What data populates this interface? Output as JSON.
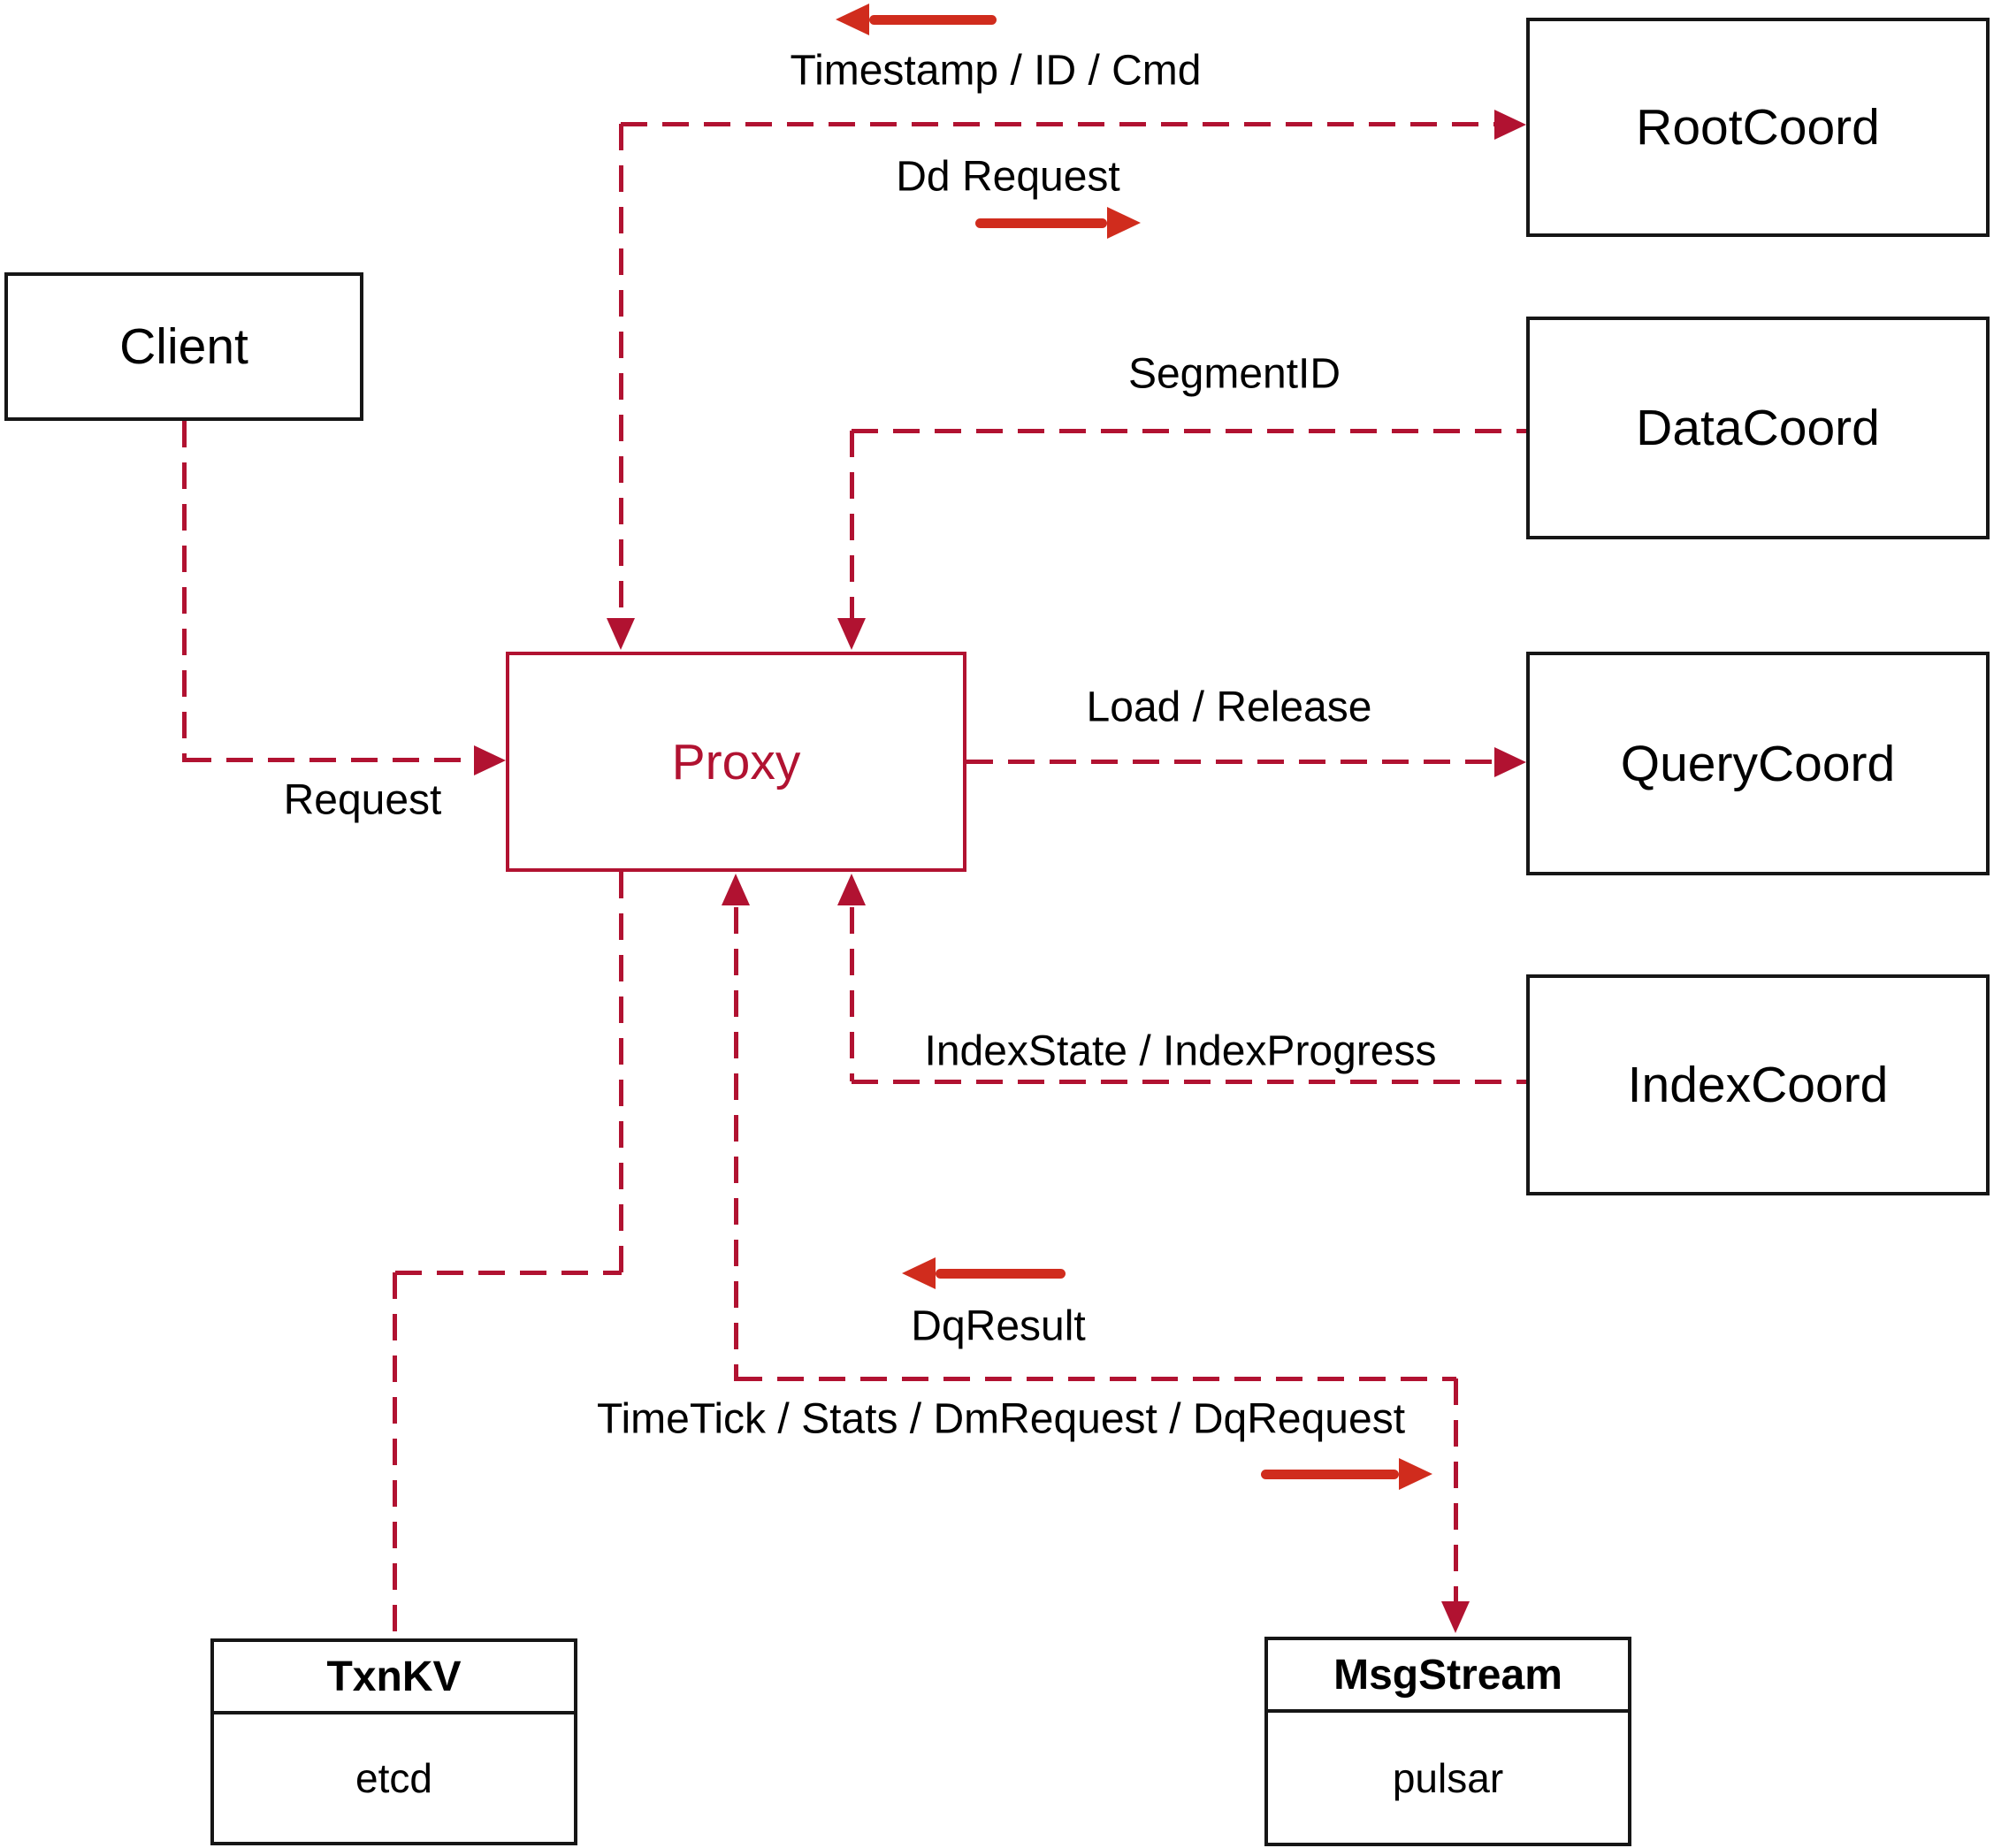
{
  "diagram": {
    "title_hint": "Proxy interaction diagram",
    "nodes": {
      "client": {
        "label": "Client"
      },
      "proxy": {
        "label": "Proxy"
      },
      "root_coord": {
        "label": "RootCoord"
      },
      "data_coord": {
        "label": "DataCoord"
      },
      "query_coord": {
        "label": "QueryCoord"
      },
      "index_coord": {
        "label": "IndexCoord"
      },
      "txn_kv": {
        "title": "TxnKV",
        "impl": "etcd"
      },
      "msg_stream": {
        "title": "MsgStream",
        "impl": "pulsar"
      }
    },
    "edges": {
      "timestamp_id_cmd": "Timestamp / ID / Cmd",
      "dd_request": "Dd Request",
      "segment_id": "SegmentID",
      "request": "Request",
      "load_release": "Load / Release",
      "index_state": "IndexState / IndexProgress",
      "dq_result": "DqResult",
      "time_tick": "TimeTick / Stats / DmRequest / DqRequest"
    },
    "colors": {
      "dashed_line": "#b11231",
      "solid_arrow": "#d02c1d",
      "box_border": "#161616",
      "proxy_accent": "#b11231"
    }
  }
}
